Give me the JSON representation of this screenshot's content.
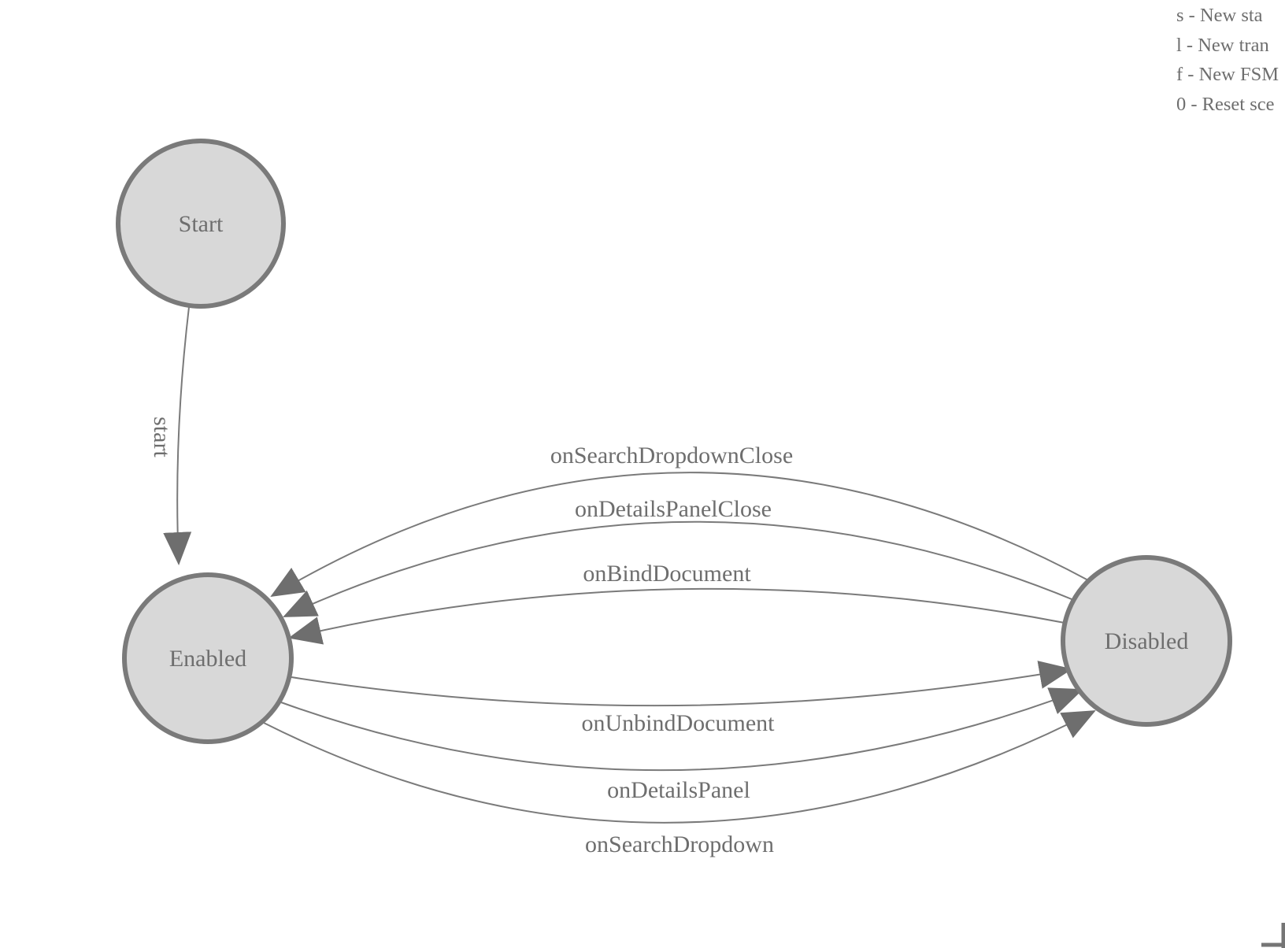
{
  "diagram": {
    "nodes": [
      {
        "id": "start",
        "label": "Start"
      },
      {
        "id": "enabled",
        "label": "Enabled"
      },
      {
        "id": "disabled",
        "label": "Disabled"
      }
    ],
    "edges": [
      {
        "label": "start",
        "from": "Start",
        "to": "Enabled"
      },
      {
        "label": "onSearchDropdownClose",
        "from": "Disabled",
        "to": "Enabled"
      },
      {
        "label": "onDetailsPanelClose",
        "from": "Disabled",
        "to": "Enabled"
      },
      {
        "label": "onBindDocument",
        "from": "Disabled",
        "to": "Enabled"
      },
      {
        "label": "onUnbindDocument",
        "from": "Enabled",
        "to": "Disabled"
      },
      {
        "label": "onDetailsPanel",
        "from": "Enabled",
        "to": "Disabled"
      },
      {
        "label": "onSearchDropdown",
        "from": "Enabled",
        "to": "Disabled"
      }
    ]
  },
  "legend": {
    "lines": [
      "s - New sta",
      "l - New tran",
      "f - New FSM",
      "0 - Reset sce"
    ]
  },
  "colors": {
    "node_fill": "#d8d8d8",
    "line": "#7a7a7a",
    "arrow": "#6e6e6e",
    "text": "#6e6e6e",
    "background": "#ffffff"
  }
}
